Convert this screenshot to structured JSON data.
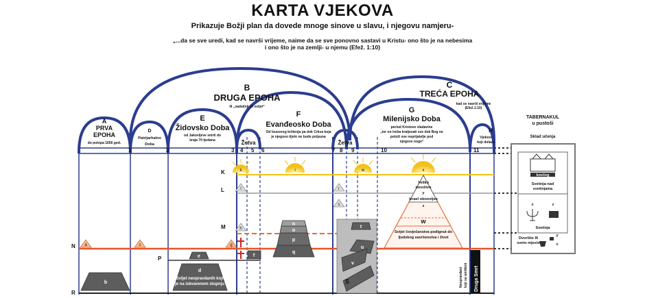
{
  "header": {
    "title": "KARTA VJEKOVA",
    "subtitle": "Prikazuje Božji plan da dovede mnoge sinove u slavu, i njegovu namjeru-",
    "quote_line1": "„...da se sve uredi, kad se navrši vrijeme, naime da se sve ponovno sastavi u Kristu- ono što je na nebesima",
    "quote_line2": "i ono što je na zemlji- u njemu (Efež. 1:10)"
  },
  "epochs": {
    "a": {
      "letter": "A",
      "name_l1": "PRVA",
      "name_l2": "EPOHA",
      "note": "do potopa 1656 god."
    },
    "b": {
      "letter": "B",
      "name": "DRUGA EPOHA",
      "note": "ili „sadašnji zli svijet“"
    },
    "c": {
      "letter": "C",
      "name": "TREĆA EPOHA",
      "note_l1": "kad se navrši vrijeme",
      "note_l2": "(Efež.1:10)"
    }
  },
  "ages": {
    "d": {
      "letter": "D",
      "name_l1": "Patrijarhalno",
      "name_l2": "Doba"
    },
    "e": {
      "letter": "E",
      "name": "Židovsko Doba",
      "note_l1": "od Jakovljeve smrti do",
      "note_l2": "kraja 70 tjedana"
    },
    "f": {
      "letter": "F",
      "name": "Evanđeosko Doba",
      "note_l1": "Od Isusovog krštenja pa dok Crkva koja",
      "note_l2": "je njegovo tijelo ne bude potpuna"
    },
    "g": {
      "letter": "G",
      "name": "Milenijsko Doba",
      "note_l1": "period Kristove vladavine",
      "note_l2": "„ter on treba kraljevati sve dok Bog ne",
      "note_l3": "položi sve neprijatelje pod",
      "note_l4": "njegove noge“"
    },
    "h": {
      "letter": "H",
      "name_l1": "Vjekovi",
      "name_l2": "koji dolaze"
    },
    "zetva1": "Žetva",
    "zetva2": "Žetva"
  },
  "divisions": [
    "1",
    "2",
    "3",
    "4",
    "5",
    "6",
    "7",
    "8",
    "9",
    "10",
    "11"
  ],
  "planes": [
    "K",
    "L",
    "M",
    "N",
    "P",
    "R"
  ],
  "marks": {
    "a": "a",
    "b": "b",
    "c": "c",
    "d": "d",
    "e": "e",
    "f": "f",
    "g": "g",
    "h": "h",
    "i": "i",
    "k": "k",
    "l": "l",
    "m": "m",
    "n": "n",
    "o": "o",
    "p": "p",
    "q": "q",
    "r": "r",
    "s": "s",
    "t": "t",
    "u": "u",
    "v": "v",
    "w": "w",
    "x": "x",
    "y": "y",
    "z": "z",
    "S": "S"
  },
  "notes": {
    "veliko_l1": "Veliko",
    "veliko_l2": "mnoštvo",
    "izrael": "Izrael obnovljen",
    "w_text_l1": "Svijet čovječanstva podignut do",
    "w_text_l2": "ljudskog savršenstva i život",
    "d_text_l1": "Svijet neopravdanih koji",
    "d_text_l2": "je na iskvarenom stupnju",
    "neopravdani_l1": "Neopravdani",
    "neopravdani_l2": "koji su uništeni",
    "druga_smrt": "Druga Smrt"
  },
  "tabernacle": {
    "title_l1": "TABERNAKUL",
    "title_l2": "u pustoši",
    "court": "Sklad učenja",
    "kovceg": "kovčeg",
    "svetinja_nad_l1": "Svetinja nad",
    "svetinja_nad_l2": "svetinjama",
    "svetinja": "Svetinja",
    "dvoriste_l1": "Dvorište III",
    "dvoriste_l2": "sveto mjesto"
  },
  "colors": {
    "arch": "#2b3d8f",
    "plane_n": "#e8542a",
    "plane_k": "#f2c21a",
    "plane_l": "#9a9a9a",
    "plane_m": "#e86a3a",
    "stone": "#5d5d5d"
  }
}
